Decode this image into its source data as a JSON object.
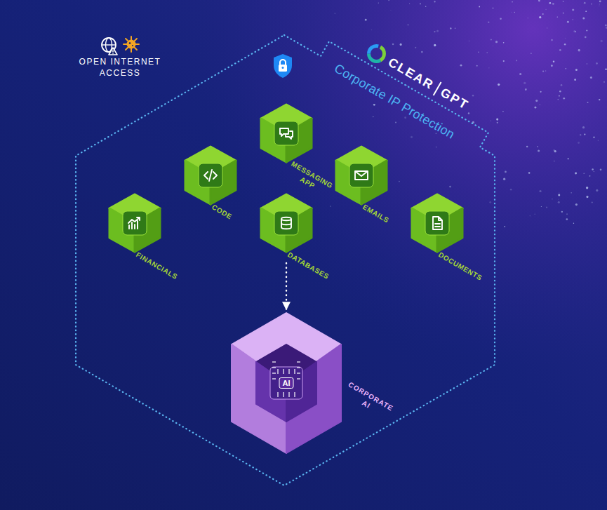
{
  "diagram": {
    "nodes": [
      {
        "text": [
          "Corporate IP Protection"
        ]
      },
      {
        "text": [
          "MESSAGING APP"
        ],
        "in": 0
      },
      {
        "text": [
          "CODE"
        ],
        "in": 0
      },
      {
        "text": [
          "EMAILS"
        ],
        "in": 0
      },
      {
        "text": [
          "FINANCIALS"
        ],
        "in": 0
      },
      {
        "text": [
          "DATABASES"
        ],
        "in": 0
      },
      {
        "text": [
          "DOCUMENTS"
        ],
        "in": 0
      },
      {
        "text": [
          "CORPORATE AI"
        ],
        "in": 0
      }
    ],
    "edges": [
      {
        "from": 5,
        "to": 7,
        "arrow": "to"
      }
    ],
    "labels": [
      "OPEN INTERNET ACCESS",
      "CLEAR",
      "GPT",
      "AI"
    ]
  }
}
